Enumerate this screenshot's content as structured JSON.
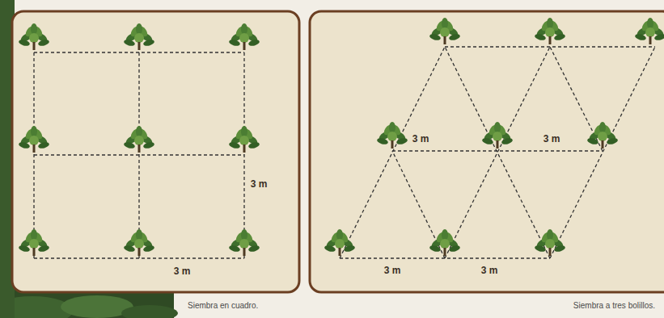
{
  "diagram": {
    "labels": [
      "3 m",
      "3 m",
      "Siembra en cuadro.",
      "3 m",
      "3 m",
      "3 m",
      "3 m",
      "Siembra a tres bolillos."
    ]
  }
}
